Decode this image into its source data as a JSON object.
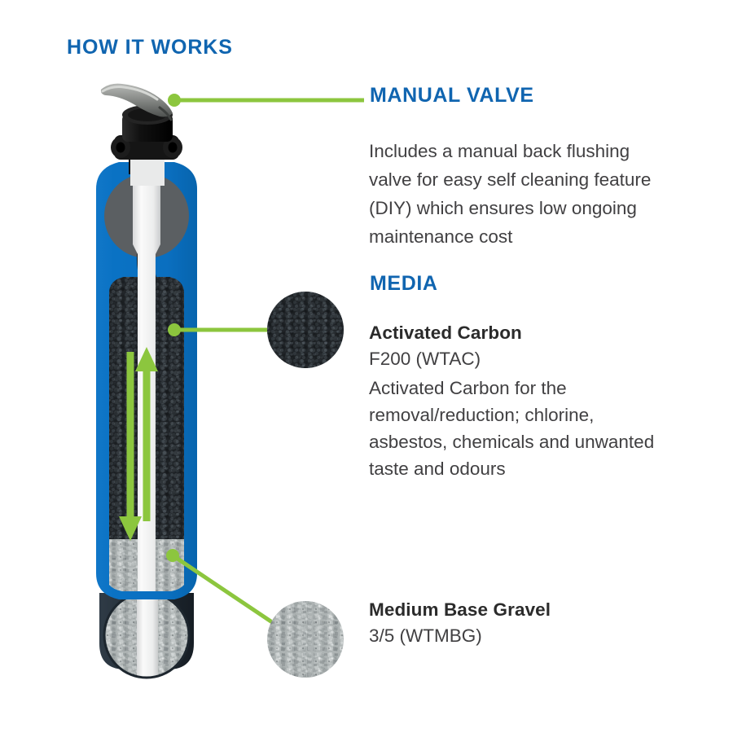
{
  "page": {
    "title": "HOW IT WORKS",
    "background_color": "#ffffff"
  },
  "colors": {
    "heading_blue": "#1065b0",
    "tank_blue": "#0a72c4",
    "accent_green": "#8cc63e",
    "body_text": "#414042",
    "carbon_dark": "#2b2f33",
    "gravel_grey": "#b8bdbd",
    "base_dark": "#2a3540",
    "valve_black": "#1a1a1a",
    "riser_white": "#f2f2f2"
  },
  "sections": [
    {
      "id": "manual-valve",
      "heading": "MANUAL VALVE",
      "body": "Includes a manual back flushing valve for easy self cleaning feature (DIY) which ensures low ongoing maintenance cost"
    },
    {
      "id": "media",
      "heading": "MEDIA"
    }
  ],
  "media_items": [
    {
      "id": "activated-carbon",
      "name": "Activated Carbon",
      "code": "F200 (WTAC)",
      "description": "Activated Carbon for the removal/reduction; chlorine, asbestos, chemicals and unwanted taste and odours",
      "sample_swatch": "dark granular carbon"
    },
    {
      "id": "medium-base-gravel",
      "name": "Medium Base Gravel",
      "code": "3/5 (WTMBG)",
      "sample_swatch": "light grey gravel stones"
    }
  ],
  "diagram": {
    "label": "cutaway water filter tank",
    "parts": [
      "manual-valve-head",
      "valve-lever-handle",
      "blue-tank-body",
      "riser-tube",
      "activated-carbon-layer",
      "medium-base-gravel-layer",
      "tank-base-stand"
    ],
    "flow_arrows": [
      {
        "name": "downward-flow-arrow",
        "direction": "down"
      },
      {
        "name": "upward-flow-arrow",
        "direction": "up"
      }
    ],
    "callouts": [
      {
        "name": "callout-manual-valve",
        "target": "manual-valve-head"
      },
      {
        "name": "callout-activated-carbon",
        "target": "activated-carbon-layer"
      },
      {
        "name": "callout-medium-base-gravel",
        "target": "medium-base-gravel-layer"
      }
    ]
  }
}
